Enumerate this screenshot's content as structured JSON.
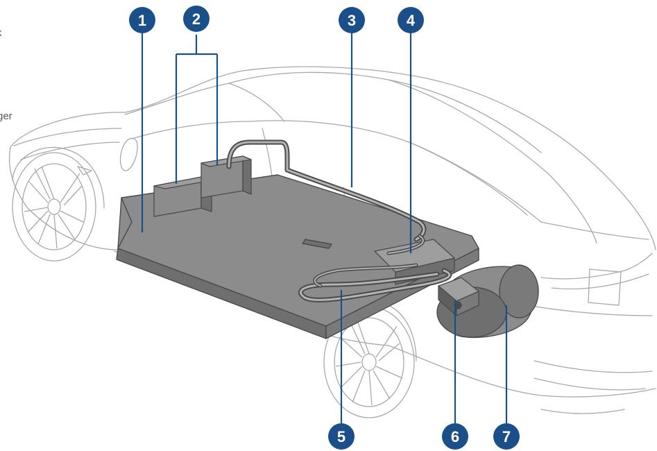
{
  "colors": {
    "marker_fill": "#1b4f8a",
    "marker_text": "#ffffff",
    "leader_line": "#1b4f8a",
    "car_outline": "#a8a8a8",
    "component_fill": "#8c8c8c",
    "component_dark": "#6f6f6f",
    "component_edge": "#4a4a4a"
  },
  "edge_text": {
    "fragment_1": "k",
    "fragment_2": "ger"
  },
  "markers": [
    {
      "id": "1",
      "label": "1"
    },
    {
      "id": "2",
      "label": "2"
    },
    {
      "id": "3",
      "label": "3"
    },
    {
      "id": "4",
      "label": "4"
    },
    {
      "id": "5",
      "label": "5"
    },
    {
      "id": "6",
      "label": "6"
    },
    {
      "id": "7",
      "label": "7"
    }
  ]
}
